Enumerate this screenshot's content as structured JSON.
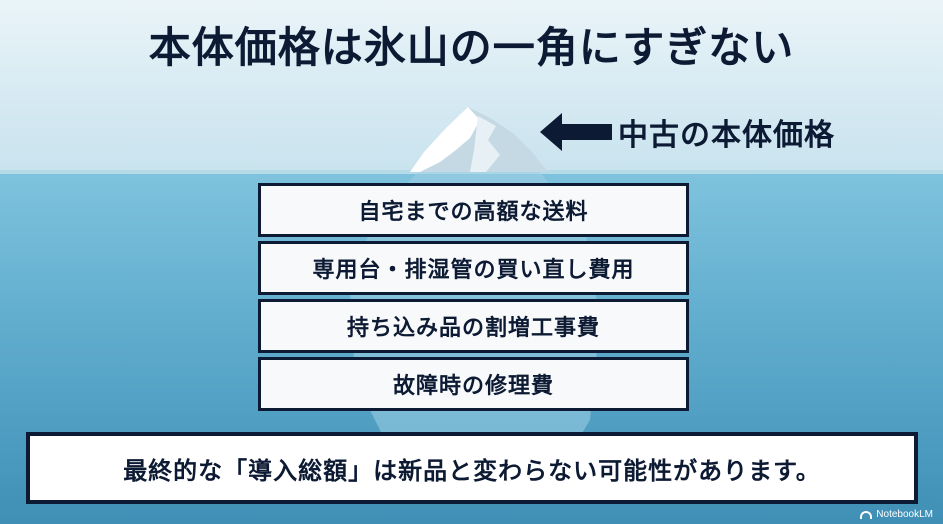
{
  "title": "本体価格は氷山の一角にすぎない",
  "pointer_label": "中古の本体価格",
  "hidden_costs": [
    "自宅までの高額な送料",
    "専用台・排湿管の買い直し費用",
    "持ち込み品の割増工事費",
    "故障時の修理費"
  ],
  "conclusion": "最終的な「導入総額」は新品と変わらない可能性があります。",
  "watermark": "NotebookLM",
  "colors": {
    "ink": "#0d1a33",
    "sky": "#d8ebf3",
    "sea": "#5faccd",
    "box_fill": "#f7f9fa"
  },
  "icons": [
    "iceberg-illustration",
    "arrow-left-icon",
    "notebooklm-logo-icon"
  ]
}
